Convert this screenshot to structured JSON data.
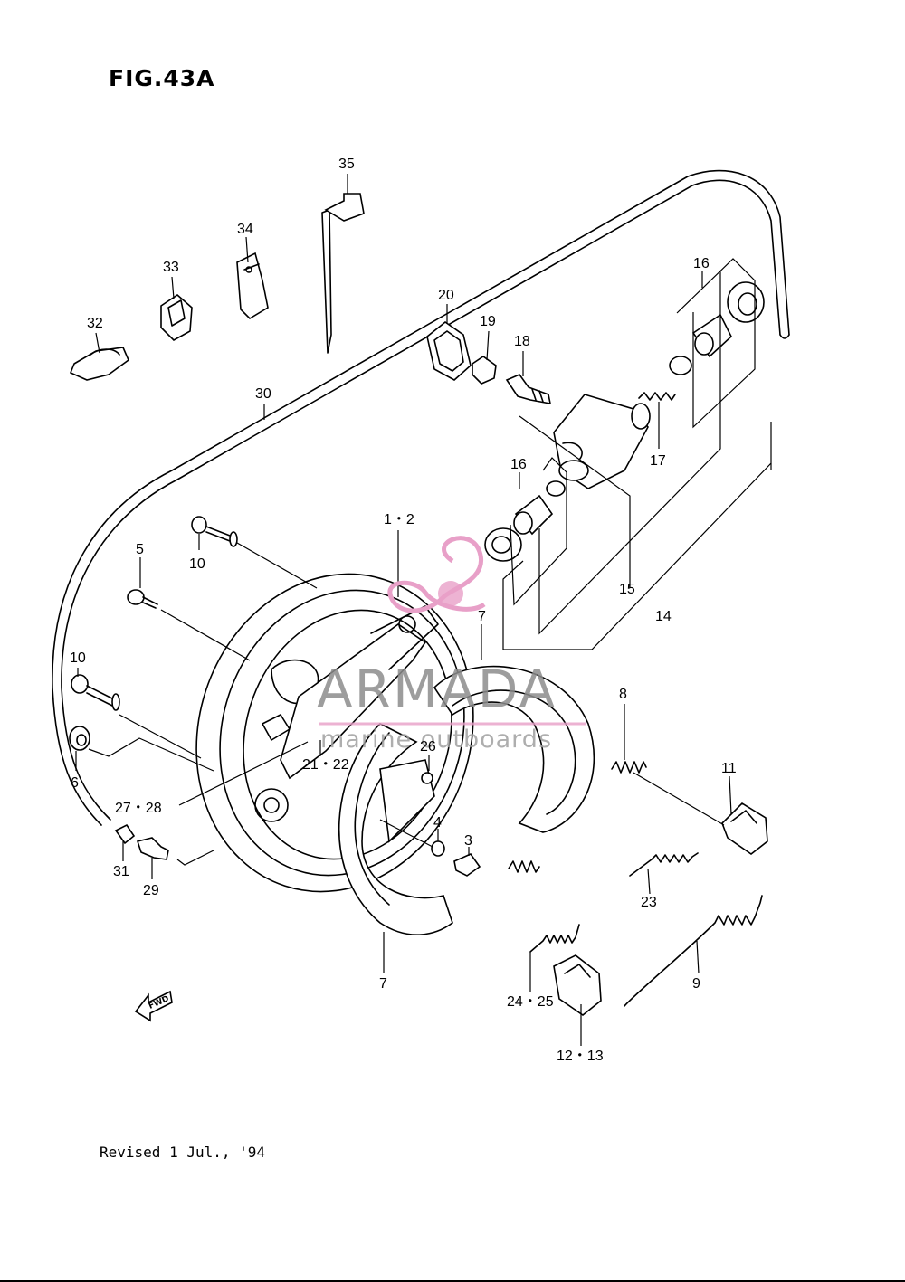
{
  "figure": {
    "title": "FIG.43A",
    "revision": "Revised 1 Jul., '94"
  },
  "watermark": {
    "brand": "ARMADA",
    "tagline": "marine outboards",
    "color": "#e8a0c8"
  },
  "callouts": [
    {
      "id": "c35",
      "label": "35"
    },
    {
      "id": "c34",
      "label": "34"
    },
    {
      "id": "c33",
      "label": "33"
    },
    {
      "id": "c32",
      "label": "32"
    },
    {
      "id": "c30",
      "label": "30"
    },
    {
      "id": "c20",
      "label": "20"
    },
    {
      "id": "c19",
      "label": "19"
    },
    {
      "id": "c18",
      "label": "18"
    },
    {
      "id": "c16a",
      "label": "16"
    },
    {
      "id": "c17",
      "label": "17"
    },
    {
      "id": "c16b",
      "label": "16"
    },
    {
      "id": "c12",
      "label": "1・2"
    },
    {
      "id": "c10a",
      "label": "10"
    },
    {
      "id": "c5",
      "label": "5"
    },
    {
      "id": "c15",
      "label": "15"
    },
    {
      "id": "c14",
      "label": "14"
    },
    {
      "id": "c7a",
      "label": "7"
    },
    {
      "id": "c10b",
      "label": "10"
    },
    {
      "id": "c8",
      "label": "8"
    },
    {
      "id": "c6",
      "label": "6"
    },
    {
      "id": "c2122",
      "label": "21・22"
    },
    {
      "id": "c26",
      "label": "26"
    },
    {
      "id": "c11",
      "label": "11"
    },
    {
      "id": "c2728",
      "label": "27・28"
    },
    {
      "id": "c4",
      "label": "4"
    },
    {
      "id": "c3",
      "label": "3"
    },
    {
      "id": "c31",
      "label": "31"
    },
    {
      "id": "c29",
      "label": "29"
    },
    {
      "id": "c23",
      "label": "23"
    },
    {
      "id": "c9",
      "label": "9"
    },
    {
      "id": "c7b",
      "label": "7"
    },
    {
      "id": "c2425",
      "label": "24・25"
    },
    {
      "id": "c1213",
      "label": "12・13"
    }
  ],
  "fwd_label": "FWD"
}
